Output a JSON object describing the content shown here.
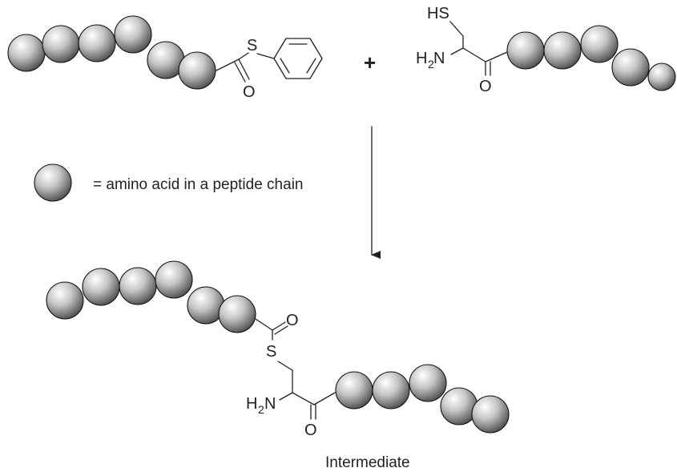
{
  "reactant_left": {
    "sulfur": "S",
    "oxygen": "O"
  },
  "plus_sign": "+",
  "reactant_right": {
    "thiol": "HS",
    "amine_h": "H",
    "amine_sub": "2",
    "amine_n": "N",
    "oxygen": "O"
  },
  "legend": {
    "text": "= amino acid in a peptide chain"
  },
  "product": {
    "oxygen_thioester": "O",
    "sulfur": "S",
    "amine_h": "H",
    "amine_sub": "2",
    "amine_n": "N",
    "oxygen_amide": "O",
    "caption": "Intermediate"
  },
  "colors": {
    "bead_highlight": "#ffffff",
    "bead_mid": "#c4c4c4",
    "bead_shadow": "#4a4a4a",
    "ink": "#231f20"
  }
}
